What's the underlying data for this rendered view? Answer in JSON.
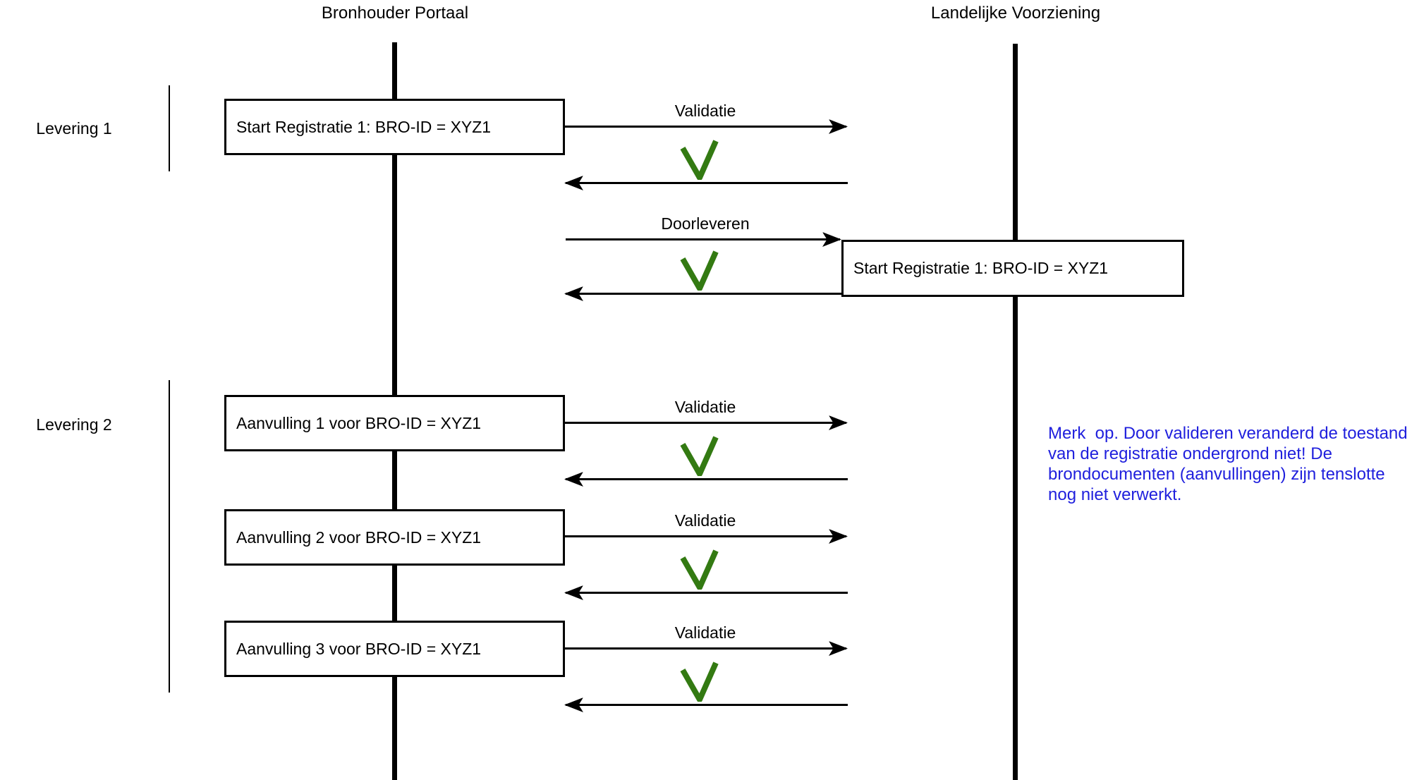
{
  "actors": [
    {
      "label": "Bronhouder Portaal"
    },
    {
      "label": "Landelijke Voorziening"
    }
  ],
  "groups": [
    {
      "label": "Levering 1"
    },
    {
      "label": "Levering 2"
    }
  ],
  "boxes": {
    "start_registratie_bronhouder": "Start Registratie 1: BRO-ID = XYZ1",
    "start_registratie_landelijk": "Start Registratie 1: BRO-ID = XYZ1",
    "aanvulling_1": "Aanvulling 1 voor BRO-ID = XYZ1",
    "aanvulling_2": "Aanvulling 2 voor BRO-ID = XYZ1",
    "aanvulling_3": "Aanvulling 3 voor BRO-ID = XYZ1"
  },
  "messages": {
    "validatie_1": "Validatie",
    "doorleveren": "Doorleveren",
    "validatie_2": "Validatie",
    "validatie_3": "Validatie",
    "validatie_4": "Validatie"
  },
  "icons": {
    "validation_check": "green-checkmark"
  },
  "note": {
    "lines": [
      "Merk  op. Door valideren veranderd de toestand",
      "van de registratie ondergrond niet! De",
      "brondocumenten (aanvullingen) zijn tenslotte",
      "nog niet verwerkt."
    ]
  },
  "colors": {
    "note_blue": "#1f1fdd",
    "check_green": "#337a12",
    "line_black": "#000000"
  }
}
